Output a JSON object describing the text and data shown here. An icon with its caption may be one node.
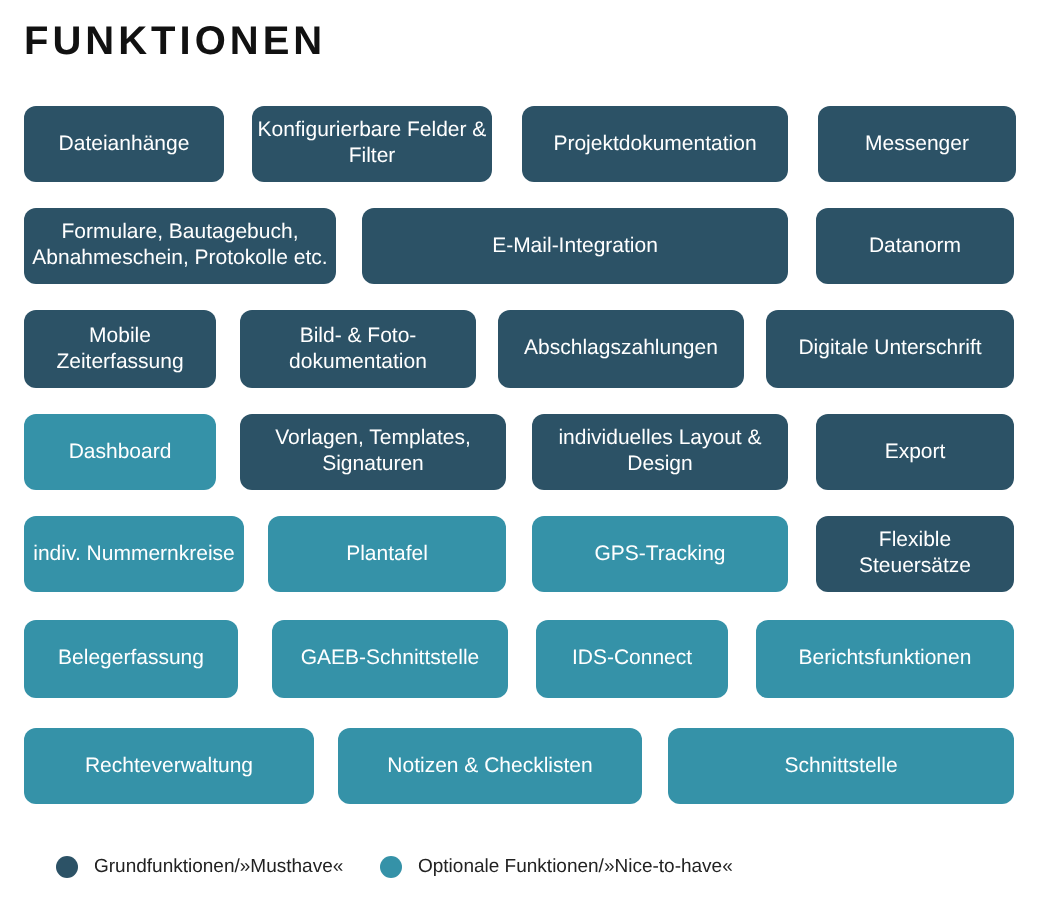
{
  "diagram": {
    "title": "FUNKTIONEN",
    "nodes": [
      {
        "text": [
          "Dateianhänge"
        ]
      },
      {
        "text": [
          "Konfigurierbare Felder & Filter"
        ]
      },
      {
        "text": [
          "Projektdokumentation"
        ]
      },
      {
        "text": [
          "Messenger"
        ]
      },
      {
        "text": [
          "Formulare, Bautagebuch, Abnahmeschein, Protokolle etc."
        ]
      },
      {
        "text": [
          "E-Mail-Integration"
        ]
      },
      {
        "text": [
          "Datanorm"
        ]
      },
      {
        "text": [
          "Mobile Zeiterfassung"
        ]
      },
      {
        "text": [
          "Bild- & Foto-dokumentation"
        ]
      },
      {
        "text": [
          "Abschlagszahlungen"
        ]
      },
      {
        "text": [
          "Digitale Unterschrift"
        ]
      },
      {
        "text": [
          "Dashboard"
        ]
      },
      {
        "text": [
          "Vorlagen, Templates, Signaturen"
        ]
      },
      {
        "text": [
          "individuelles Layout & Design"
        ]
      },
      {
        "text": [
          "Export"
        ]
      },
      {
        "text": [
          "indiv. Nummernkreise"
        ]
      },
      {
        "text": [
          "Plantafel"
        ]
      },
      {
        "text": [
          "GPS-Tracking"
        ]
      },
      {
        "text": [
          "Flexible Steuersätze"
        ]
      },
      {
        "text": [
          "Belegerfassung"
        ]
      },
      {
        "text": [
          "GAEB-Schnittstelle"
        ]
      },
      {
        "text": [
          "IDS-Connect"
        ]
      },
      {
        "text": [
          "Berichtsfunktionen"
        ]
      },
      {
        "text": [
          "Rechteverwaltung"
        ]
      },
      {
        "text": [
          "Notizen & Checklisten"
        ]
      },
      {
        "text": [
          "Schnittstelle"
        ]
      }
    ],
    "edges": [],
    "legend": [
      {
        "text": "Grundfunktionen/»Musthave«",
        "color": "#2c5266"
      },
      {
        "text": "Optionale Funktionen/»Nice-to-have«",
        "color": "#3592a8"
      }
    ]
  }
}
